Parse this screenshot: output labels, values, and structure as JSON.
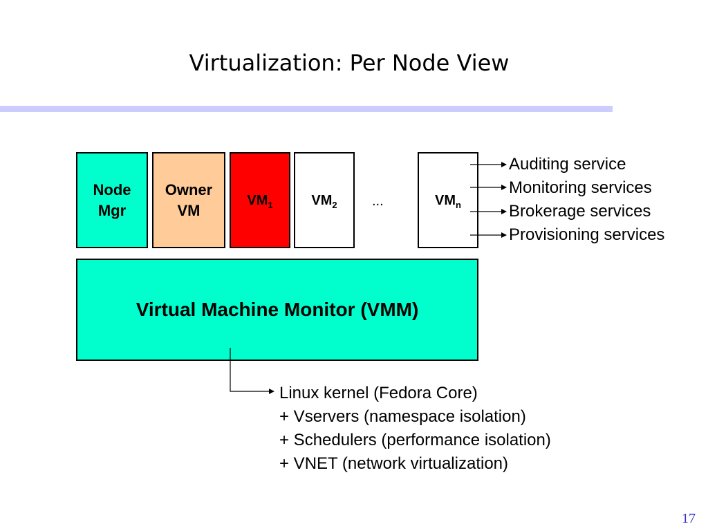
{
  "slide": {
    "title": "Virtualization: Per Node View",
    "page_number": "17"
  },
  "vm_boxes": {
    "node_mgr": {
      "line1": "Node",
      "line2": "Mgr",
      "fill": "#00ffcc"
    },
    "owner_vm": {
      "line1": "Owner",
      "line2": "VM",
      "fill": "#ffcc99"
    },
    "vm1": {
      "label": "VM",
      "subscript": "1",
      "fill": "#ff0000"
    },
    "vm2": {
      "label": "VM",
      "subscript": "2",
      "fill": "#ffffff"
    },
    "ellipsis": "...",
    "vmn": {
      "label": "VM",
      "subscript": "n",
      "fill": "#ffffff"
    }
  },
  "vmm": {
    "label": "Virtual Machine Monitor (VMM)",
    "fill": "#00ffcc"
  },
  "vmn_services": [
    "Auditing service",
    "Monitoring services",
    "Brokerage services",
    "Provisioning services"
  ],
  "vmm_components": [
    "Linux kernel (Fedora Core)",
    "+ Vservers (namespace isolation)",
    "+ Schedulers (performance isolation)",
    "+ VNET (network virtualization)"
  ]
}
